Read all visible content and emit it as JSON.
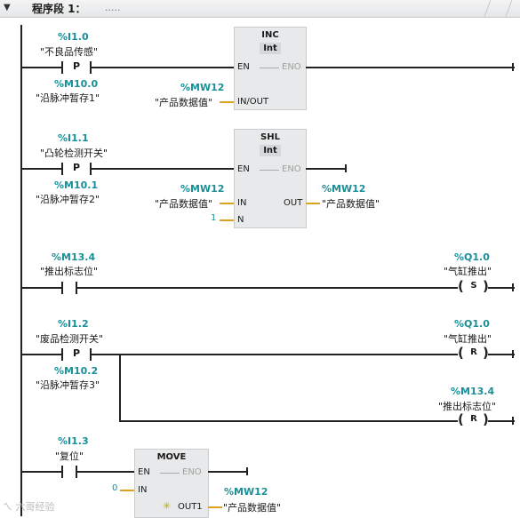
{
  "header": {
    "title": "程序段 1：",
    "comment": "....."
  },
  "networks": {
    "inc": {
      "contact": {
        "addr": "%I1.0",
        "tag": "\"不良品传感\"",
        "type": "P"
      },
      "edge_mem": {
        "addr": "%M10.0",
        "tag": "\"沿脉冲暂存1\""
      },
      "box": {
        "title": "INC",
        "type": "Int",
        "en": "EN",
        "eno": "ENO",
        "inout": "IN/OUT"
      },
      "inout_operand": {
        "addr": "%MW12",
        "tag": "\"产品数据值\""
      }
    },
    "shl": {
      "contact": {
        "addr": "%I1.1",
        "tag": "\"凸轮检测开关\"",
        "type": "P"
      },
      "edge_mem": {
        "addr": "%M10.1",
        "tag": "\"沿脉冲暂存2\""
      },
      "box": {
        "title": "SHL",
        "type": "Int",
        "en": "EN",
        "eno": "ENO",
        "in": "IN",
        "out": "OUT",
        "n": "N"
      },
      "in_operand": {
        "addr": "%MW12",
        "tag": "\"产品数据值\""
      },
      "out_operand": {
        "addr": "%MW12",
        "tag": "\"产品数据值\""
      },
      "n_value": "1"
    },
    "set": {
      "contact": {
        "addr": "%M13.4",
        "tag": "\"推出标志位\""
      },
      "coil": {
        "addr": "%Q1.0",
        "tag": "\"气缸推出\"",
        "type": "S"
      }
    },
    "reset": {
      "contact": {
        "addr": "%I1.2",
        "tag": "\"废品检测开关\"",
        "type": "P"
      },
      "edge_mem": {
        "addr": "%M10.2",
        "tag": "\"沿脉冲暂存3\""
      },
      "coil1": {
        "addr": "%Q1.0",
        "tag": "\"气缸推出\"",
        "type": "R"
      },
      "coil2": {
        "addr": "%M13.4",
        "tag": "\"推出标志位\"",
        "type": "R"
      }
    },
    "move": {
      "contact": {
        "addr": "%I1.3",
        "tag": "\"复位\""
      },
      "box": {
        "title": "MOVE",
        "en": "EN",
        "eno": "ENO",
        "in": "IN",
        "out": "OUT1"
      },
      "in_value": "0",
      "out_operand": {
        "addr": "%MW12",
        "tag": "\"产品数据值\""
      }
    }
  },
  "watermark": "ㄟ 六哥经验",
  "colors": {
    "address": "#1a8f97",
    "param_line": "#e0a020",
    "wire": "#222222",
    "box_bg": "#e8e9ea"
  }
}
